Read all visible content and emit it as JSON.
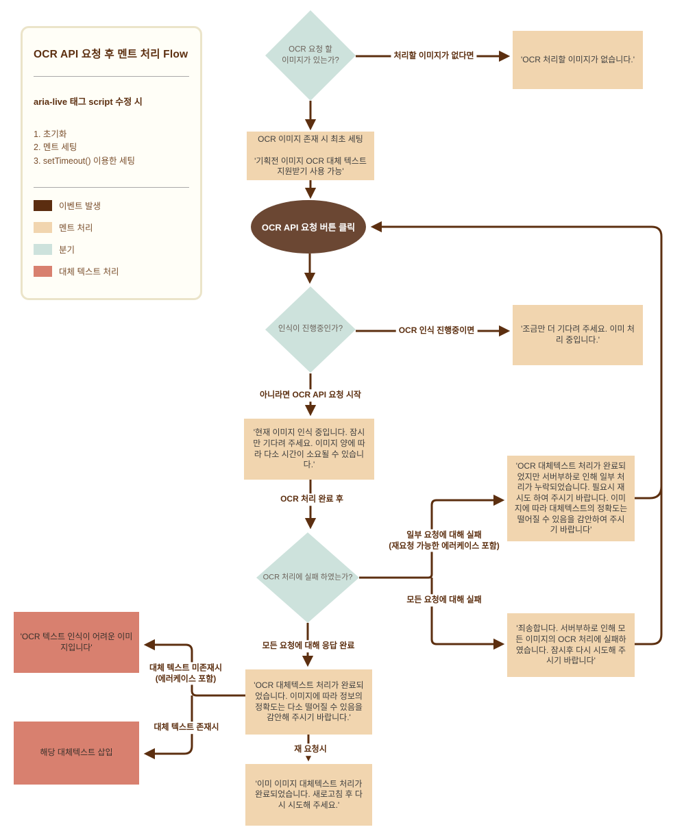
{
  "panel": {
    "title": "OCR API 요청 후 멘트 처리 Flow",
    "subtitle": "aria-live 태그 script 수정 시",
    "steps": [
      "1. 초기화",
      "2. 멘트 세팅",
      "3. setTimeout() 이용한 세팅"
    ],
    "legend": [
      {
        "label": "이벤트 발생",
        "color": "#5b2d10"
      },
      {
        "label": "멘트 처리",
        "color": "#f1d5af"
      },
      {
        "label": "분기",
        "color": "#cde2dc"
      },
      {
        "label": "대체 텍스트 처리",
        "color": "#d8806f"
      }
    ]
  },
  "colors": {
    "line": "#5c2f10",
    "event_fill": "#6b4733",
    "ment_fill": "#f1d5af",
    "branch_fill": "#cde2dc",
    "alt_fill": "#d8806f"
  },
  "nodes": {
    "d1": {
      "text": "OCR 요청 할\n이미지가 있는가?"
    },
    "no_image_msg": {
      "text": "'OCR 처리할 이미지가 없습니다.'"
    },
    "initial_setting": {
      "text": "OCR 이미지 존재 시 최초 세팅\n\n'기획전 이미지 OCR 대체 텍스트\n지원받기 사용 가능'"
    },
    "request_button": {
      "text": "OCR API 요청 버튼 클릭"
    },
    "d2": {
      "text": "인식이 진행중인가?"
    },
    "wait_msg": {
      "text": "'조금만 더 기다려 주세요. 이미 처\n리 중입니다.'"
    },
    "recognizing_msg": {
      "text": "'현재 이미지 인식 중입니다. 잠시\n만 기다려 주세요. 이미지 양에 따\n라 다소 시간이 소요될 수 있습니\n다.'"
    },
    "d3": {
      "text": "OCR 처리에 실패 하였는가?"
    },
    "partial_fail_msg": {
      "text": "'OCR 대체텍스트 처리가 완료되\n었지만 서버부하로 인해 일부 처\n리가 누락되었습니다. 필요시 재\n시도 하여 주시기 바랍니다. 이미\n지에 따라 대체텍스트의 정확도는\n떨어질 수 있음을 감안하여 주시\n기 바랍니다'"
    },
    "all_fail_msg": {
      "text": "'죄송합니다. 서버부하로 인해 모\n든 이미지의 OCR 처리에 실패하\n였습니다. 잠시후 다시 시도해 주\n시기 바랍니다'"
    },
    "done_msg": {
      "text": "'OCR 대체텍스트 처리가 완료되\n었습니다. 이미지에 따라 정보의\n정확도는 다소 떨어질 수 있음을\n감안해 주시기 바랍니다.'"
    },
    "hard_image_msg": {
      "text": "'OCR 텍스트 인식이 어려운 이미\n지입니다'"
    },
    "insert_alt": {
      "text": "해당 대체텍스트 삽입"
    },
    "already_done_msg": {
      "text": "'이미 이미지 대체텍스트 처리가\n완료되었습니다. 새로고침 후 다\n시 시도해 주세요.'"
    }
  },
  "edge_labels": {
    "no_image": "처리할 이미지가 없다면",
    "in_progress": "OCR 인식 진행중이면",
    "else_start": "아니라면 OCR API 요청 시작",
    "after_done": "OCR 처리 완료 후",
    "partial_fail": "일부 요청에 대해 실패\n(재요청 가능한 에러케이스 포함)",
    "all_fail": "모든 요청에 대해 실패",
    "all_response": "모든 요청에 대해 응답 완료",
    "alt_missing": "대체 텍스트 미존재시\n(에러케이스 포함)",
    "alt_exists": "대체 텍스트 존재시",
    "re_request": "재 요청시"
  }
}
